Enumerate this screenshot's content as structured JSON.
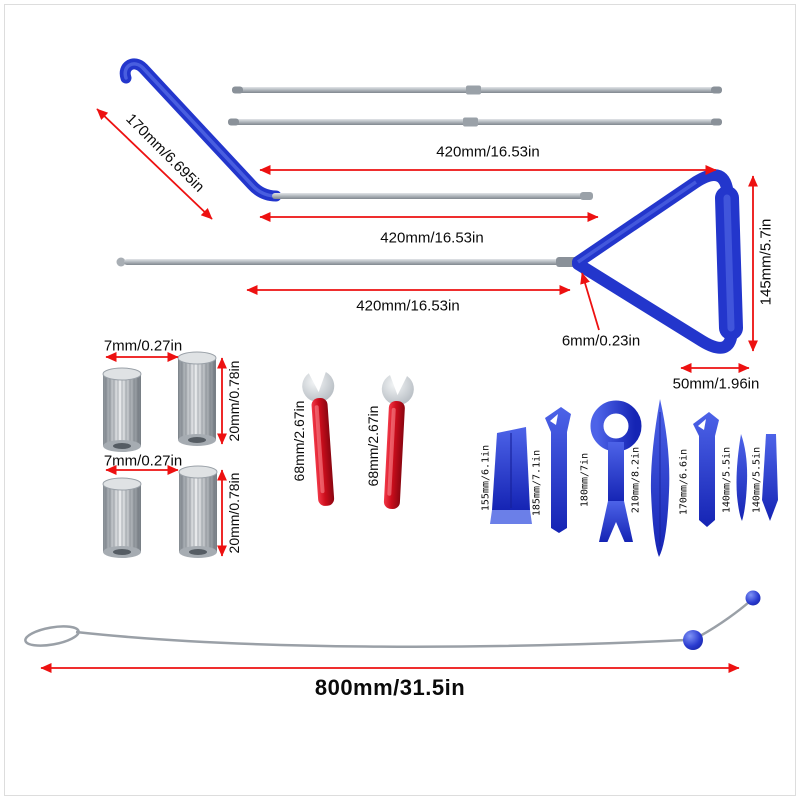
{
  "colors": {
    "dimension_red": "#ed1111",
    "tool_blue": "#2336cc",
    "wrench_handle_red": "#cc0d1c",
    "metal_gray": "#aeb4ba"
  },
  "dimensions": {
    "hook_handle_length": "170mm/6.695in",
    "top_rods_length": "420mm/16.53in",
    "hook_rod_length": "420mm/16.53in",
    "t_rod_length": "420mm/16.53in",
    "rod_diameter": "6mm/0.23in",
    "t_handle_height": "145mm/5.7in",
    "t_handle_grip_width": "50mm/1.96in",
    "tip_row1_diameter": "7mm/0.27in",
    "tip_row1_length": "20mm/0.78in",
    "tip_row2_diameter": "7mm/0.27in",
    "tip_row2_length": "20mm/0.78in",
    "wrench_left_length": "68mm/2.67in",
    "wrench_right_length": "68mm/2.67in",
    "trim_tools": [
      "155mm/6.1in",
      "185mm/7.1in",
      "180mm/7in",
      "210mm/8.2in",
      "170mm/6.6in",
      "140mm/5.5in",
      "140mm/5.5in"
    ],
    "cable_length": "800mm/31.5in"
  }
}
